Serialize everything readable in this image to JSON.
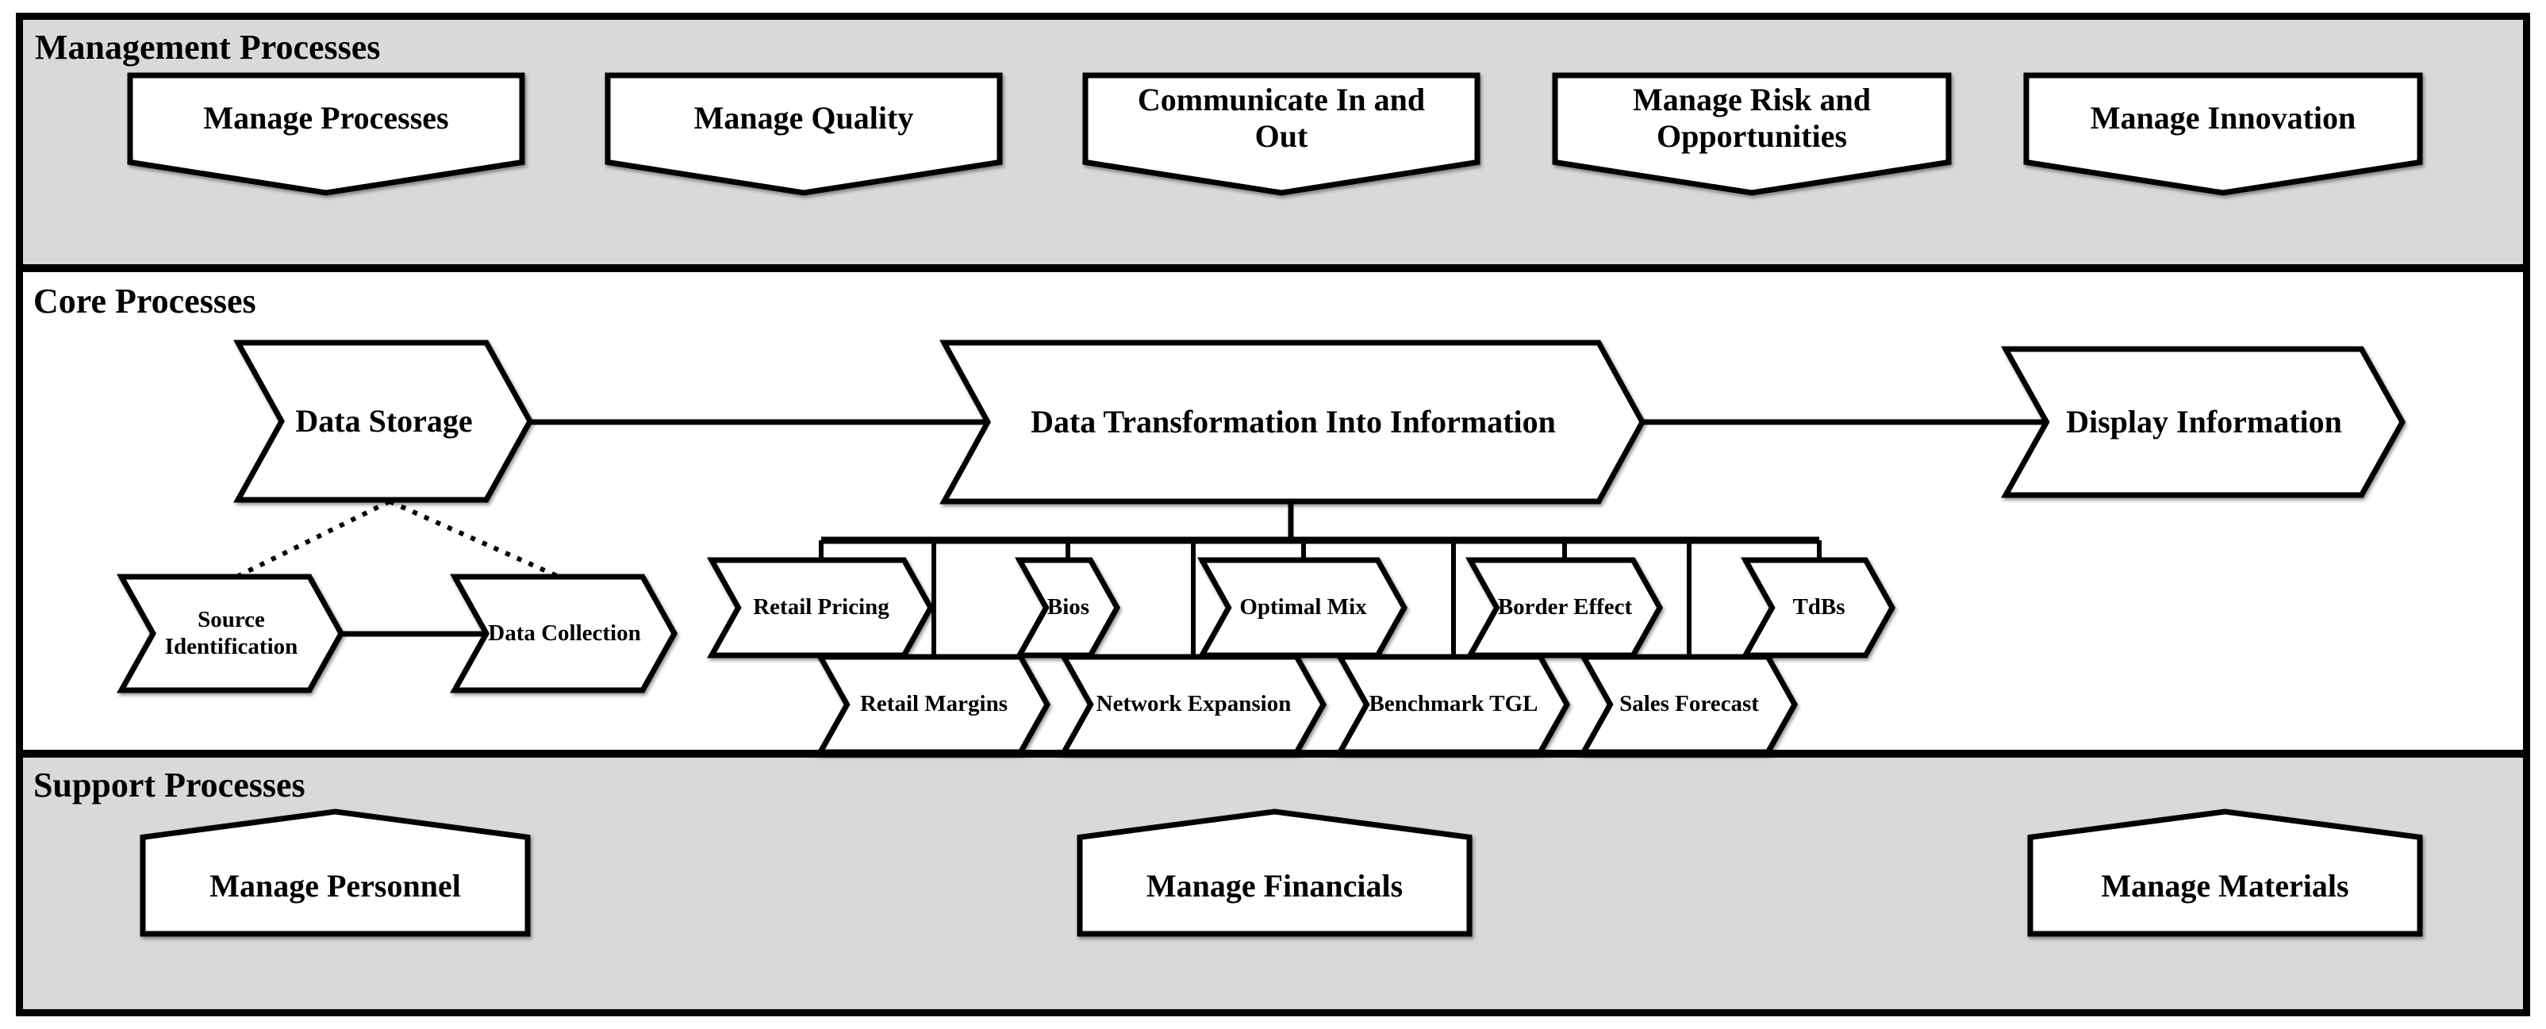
{
  "colors": {
    "band_fill": "#d9d9d9",
    "core_fill": "#ffffff",
    "shape_fill": "#ffffff",
    "line": "#000000"
  },
  "bands": {
    "management": {
      "title": "Management Processes",
      "items": [
        "Manage Processes",
        "Manage Quality",
        "Communicate In and Out",
        "Manage Risk and Opportunities",
        "Manage Innovation"
      ]
    },
    "core": {
      "title": "Core Processes",
      "flow": [
        "Data Storage",
        "Data Transformation Into Information",
        "Display Information"
      ],
      "storage_children": [
        "Source Identification",
        "Data Collection"
      ],
      "transformation_children_top": [
        "Retail Pricing",
        "Bios",
        "Optimal Mix",
        "Border Effect",
        "TdBs"
      ],
      "transformation_children_bottom": [
        "Retail Margins",
        "Network Expansion",
        "Benchmark TGL",
        "Sales Forecast"
      ]
    },
    "support": {
      "title": "Support Processes",
      "items": [
        "Manage Personnel",
        "Manage Financials",
        "Manage Materials"
      ]
    }
  }
}
